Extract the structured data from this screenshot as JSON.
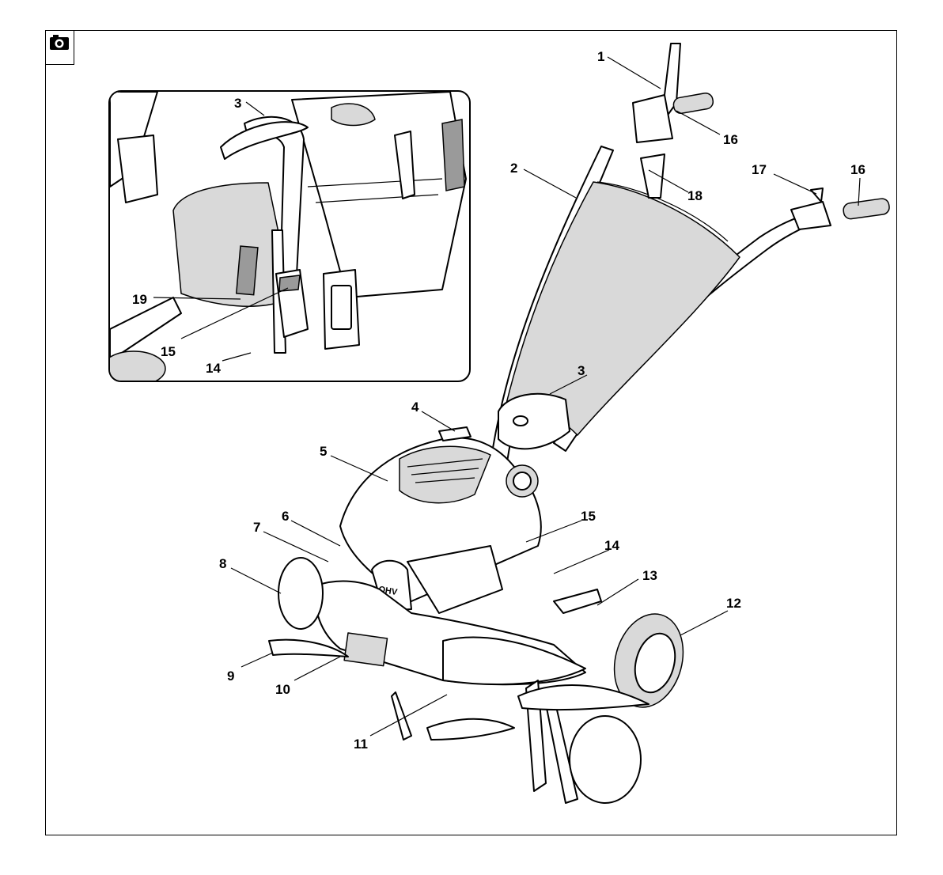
{
  "figure": {
    "callouts": [
      {
        "id": "c1",
        "label": "1"
      },
      {
        "id": "c2",
        "label": "2"
      },
      {
        "id": "c3",
        "label": "3"
      },
      {
        "id": "c4",
        "label": "4"
      },
      {
        "id": "c5",
        "label": "5"
      },
      {
        "id": "c6",
        "label": "6"
      },
      {
        "id": "c7",
        "label": "7"
      },
      {
        "id": "c8",
        "label": "8"
      },
      {
        "id": "c9",
        "label": "9"
      },
      {
        "id": "c10",
        "label": "10"
      },
      {
        "id": "c11",
        "label": "11"
      },
      {
        "id": "c12",
        "label": "12"
      },
      {
        "id": "c13",
        "label": "13"
      },
      {
        "id": "c14",
        "label": "14"
      },
      {
        "id": "c15",
        "label": "15"
      },
      {
        "id": "c16a",
        "label": "16"
      },
      {
        "id": "c16b",
        "label": "16"
      },
      {
        "id": "c17",
        "label": "17"
      },
      {
        "id": "c18",
        "label": "18"
      }
    ],
    "engine_badge": "OHV"
  },
  "inset": {
    "callouts": [
      {
        "id": "i3",
        "label": "3"
      },
      {
        "id": "i19",
        "label": "19"
      },
      {
        "id": "i15",
        "label": "15"
      },
      {
        "id": "i14",
        "label": "14"
      }
    ]
  },
  "icons": {
    "header": "camera-icon",
    "accent": "#000000",
    "fill_light": "#d9d9d9",
    "fill_dark": "#9a9a9a"
  }
}
